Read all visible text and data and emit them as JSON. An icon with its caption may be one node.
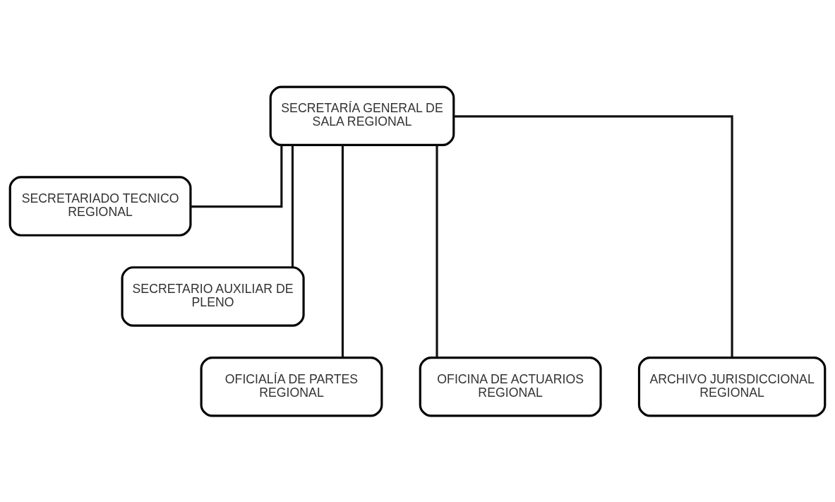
{
  "diagram": {
    "nodes": [
      {
        "text": [
          "SECRETARÍA GENERAL DE SALA REGIONAL"
        ]
      },
      {
        "text": [
          "SECRETARIADO TECNICO REGIONAL"
        ]
      },
      {
        "text": [
          "SECRETARIO AUXILIAR DE PLENO"
        ]
      },
      {
        "text": [
          "OFICIALÍA DE PARTES REGIONAL"
        ]
      },
      {
        "text": [
          "OFICINA DE ACTUARIOS REGIONAL"
        ]
      },
      {
        "text": [
          "ARCHIVO JURISDICCIONAL REGIONAL"
        ]
      }
    ],
    "edges": [
      {
        "from": 0,
        "to": 1,
        "arrow": "none"
      },
      {
        "from": 0,
        "to": 2,
        "arrow": "none"
      },
      {
        "from": 0,
        "to": 3,
        "arrow": "none"
      },
      {
        "from": 0,
        "to": 4,
        "arrow": "none"
      },
      {
        "from": 0,
        "to": 5,
        "arrow": "none"
      }
    ]
  }
}
